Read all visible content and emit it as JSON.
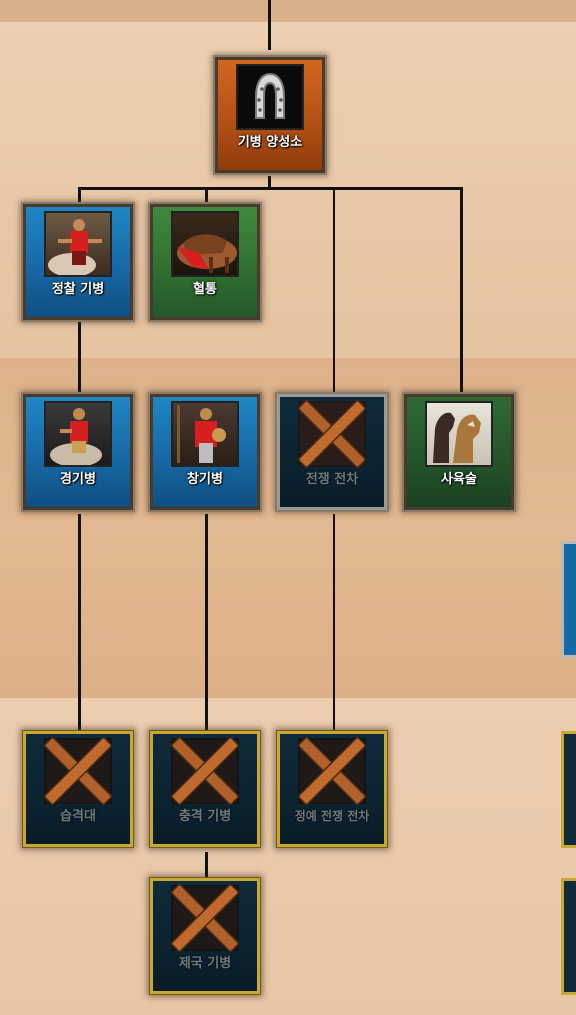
{
  "tree": {
    "root": {
      "label": "기병 양성소",
      "icon": "horseshoe-icon",
      "color": "#b24f14"
    },
    "row1": [
      {
        "label": "정찰 기병",
        "icon": "scout-cavalry-icon",
        "state": "available",
        "color": "#1769a6"
      },
      {
        "label": "혈통",
        "icon": "bloodlines-saddle-icon",
        "state": "tech",
        "color": "#2e6e30"
      }
    ],
    "row2": [
      {
        "label": "경기병",
        "icon": "light-cavalry-icon",
        "state": "available"
      },
      {
        "label": "창기병",
        "icon": "lancer-icon",
        "state": "available"
      },
      {
        "label": "전쟁 전차",
        "icon": "war-chariot-icon",
        "state": "locked"
      },
      {
        "label": "사육술",
        "icon": "husbandry-horses-icon",
        "state": "tech"
      }
    ],
    "row3": [
      {
        "label": "습격대",
        "icon": "hussar-icon",
        "state": "locked"
      },
      {
        "label": "충격 기병",
        "icon": "shock-cavalry-icon",
        "state": "locked"
      },
      {
        "label": "정예 전쟁 전차",
        "icon": "elite-war-chariot-icon",
        "state": "locked"
      }
    ],
    "row4": [
      {
        "label": "제국 기병",
        "icon": "imperial-cavalry-icon",
        "state": "locked"
      }
    ],
    "locked_overlay": "crossed-planks-icon"
  }
}
